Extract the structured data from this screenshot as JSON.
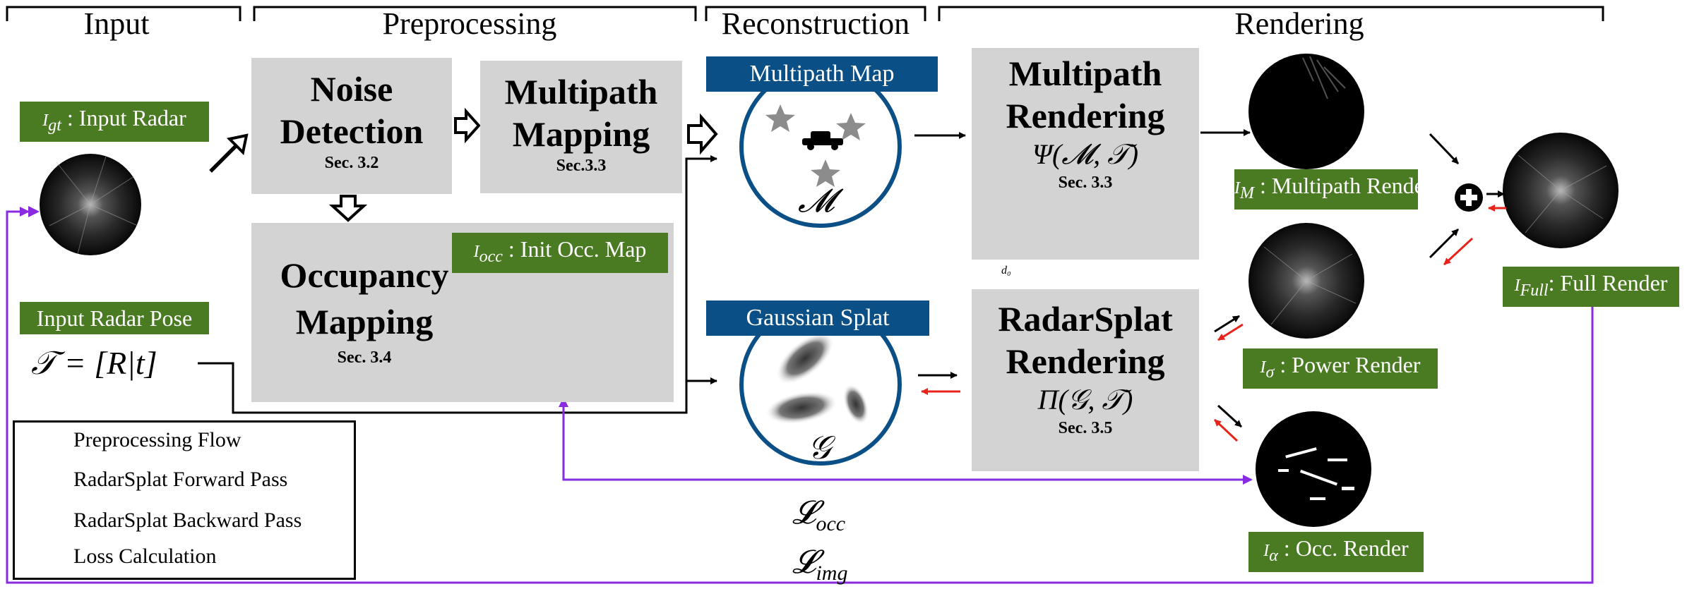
{
  "stages": {
    "input": "Input",
    "preprocessing": "Preprocessing",
    "reconstruction": "Reconstruction",
    "rendering": "Rendering"
  },
  "labels": {
    "input_radar_sym": "I",
    "input_radar_sub": "gt",
    "input_radar": " : Input Radar",
    "input_pose": "Input Radar Pose",
    "pose_formula": "𝒯 = [R|t]",
    "occ_map_sym": "I",
    "occ_map_sub": "occ",
    "occ_map": " : Init Occ. Map",
    "multipath_map": "Multipath Map",
    "gaussian_splat": "Gaussian Splat",
    "multipath_render_sym": "I",
    "multipath_render_sub": "M",
    "multipath_render": " : Multipath Render",
    "power_render_sym": "I",
    "power_render_sub": "σ",
    "power_render": " : Power Render",
    "occ_render_sym": "I",
    "occ_render_sub": "α",
    "occ_render": " : Occ. Render",
    "full_render_sym": "I",
    "full_render_sub": "Full",
    "full_render": ": Full Render"
  },
  "boxes": {
    "noise": {
      "title1": "Noise",
      "title2": "Detection",
      "sec": "Sec. 3.2"
    },
    "multipath": {
      "title1": "Multipath",
      "title2": "Mapping",
      "sec": "Sec.3.3"
    },
    "occupancy": {
      "title1": "Occupancy",
      "title2": "Mapping",
      "sec": "Sec. 3.4"
    },
    "mp_render": {
      "title1": "Multipath",
      "title2": "Rendering",
      "formula": "Ψ(𝓜, 𝒯)",
      "sec": "Sec. 3.3"
    },
    "rs_render": {
      "title1": "RadarSplat",
      "title2": "Rendering",
      "formula": "Π(𝒢, 𝒯)",
      "sec": "Sec. 3.5"
    }
  },
  "symbols": {
    "M": "𝓜",
    "G": "𝒢",
    "L_occ": "𝓛",
    "L_occ_sub": "occ",
    "L_img": "𝓛",
    "L_img_sub": "img",
    "d0": "d₀"
  },
  "legend": [
    {
      "icon": "hollow-arrow-icon",
      "label": "Preprocessing Flow"
    },
    {
      "icon": "black-arrow-icon",
      "label": "RadarSplat Forward Pass"
    },
    {
      "icon": "red-arrow-icon",
      "label": "RadarSplat Backward Pass"
    },
    {
      "icon": "purple-double-arrow-icon",
      "label": "Loss Calculation"
    }
  ],
  "colors": {
    "gray_box": "#d3d3d3",
    "green_label": "#4a7a22",
    "blue_label": "#0b4f87",
    "circle_border": "#0b4f87",
    "backward": "#e8231b",
    "loss": "#8a2be2",
    "star": "#8c8c8c"
  }
}
